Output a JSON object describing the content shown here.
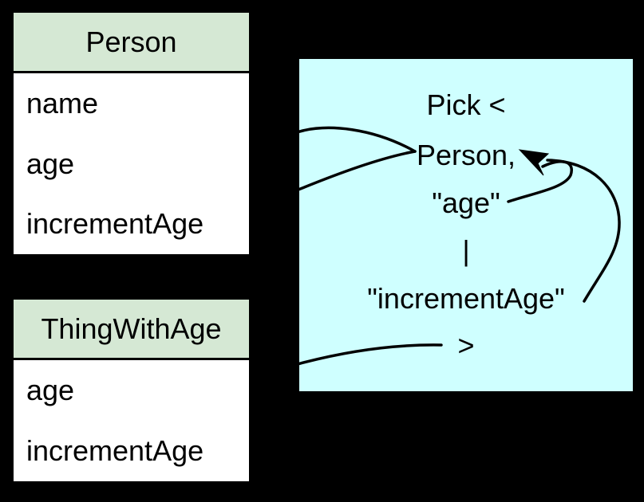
{
  "diagram": {
    "classes": [
      {
        "title": "Person",
        "fields": [
          "name",
          "age",
          "incrementAge"
        ]
      },
      {
        "title": "ThingWithAge",
        "fields": [
          "age",
          "incrementAge"
        ]
      }
    ],
    "pick_expression": {
      "lines": [
        "Pick <",
        "Person,",
        "\"age\"",
        "|",
        "\"incrementAge\"",
        ">"
      ]
    },
    "colors": {
      "background": "#000000",
      "class_header_fill": "#d5e8d4",
      "class_body_fill": "#ffffff",
      "pick_panel_fill": "#cfffff",
      "stroke_and_text": "#000000"
    }
  }
}
